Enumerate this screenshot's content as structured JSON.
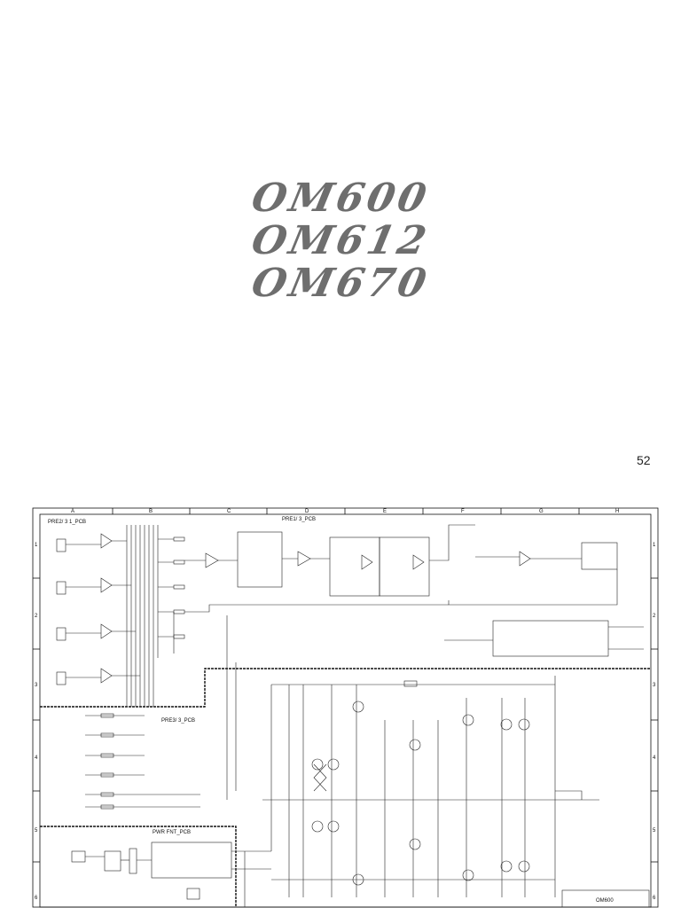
{
  "titles": [
    "OM600",
    "OM612",
    "OM670"
  ],
  "page_number": "52",
  "schematic": {
    "columns": [
      "A",
      "B",
      "C",
      "D",
      "E",
      "F",
      "G",
      "H"
    ],
    "rows": [
      "1",
      "2",
      "3",
      "4",
      "5",
      "6"
    ],
    "blocks": {
      "pre2": "PRE2/ 3 1_PCB",
      "pre1": "PRE1/ 3_PCB",
      "pre3": "PRE3/ 3_PCB",
      "pwr": "PWR FNT_PCB"
    },
    "title_block": "OM600"
  }
}
